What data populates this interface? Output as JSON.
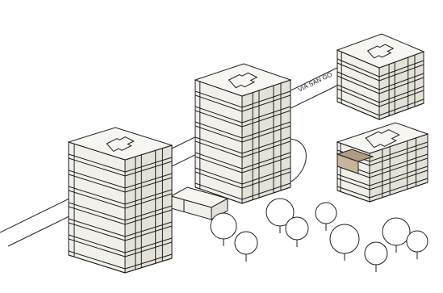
{
  "drawing": {
    "street_label": "VIA SAN GO",
    "colors": {
      "line": "#1e1e1e",
      "facade_light": "#f2f0ea",
      "facade_shade": "#e4e1d8",
      "roof": "#f7f6f2",
      "highlight_unit": "#c7b59b",
      "highlight_unit_dark": "#b09c80",
      "background": "#ffffff"
    },
    "buildings": [
      {
        "id": "front-left",
        "floors": 7
      },
      {
        "id": "center",
        "floors": 7
      },
      {
        "id": "back-right",
        "floors": 4
      },
      {
        "id": "front-right",
        "floors": 4,
        "highlighted_unit": true
      }
    ],
    "trees": 9
  }
}
